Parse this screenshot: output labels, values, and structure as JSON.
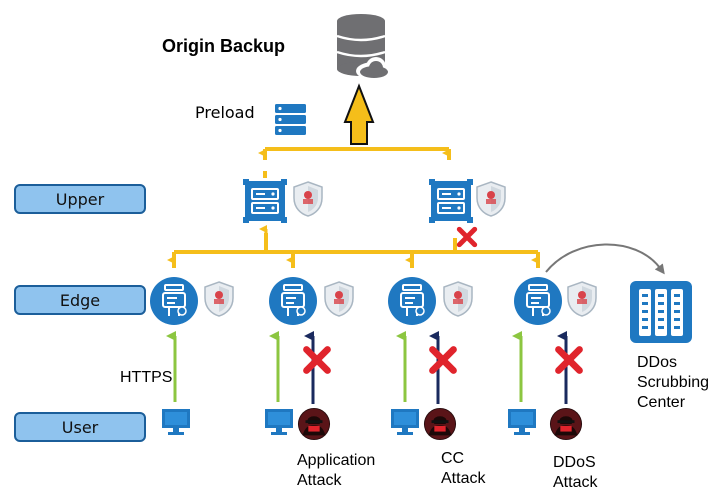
{
  "title": "Origin Backup",
  "preload_label": "Preload",
  "tiers": {
    "upper": "Upper",
    "edge": "Edge",
    "user": "User"
  },
  "protocol_label": "HTTPS",
  "attacks": {
    "application": [
      "Application",
      "Attack"
    ],
    "cc": [
      "CC",
      "Attack"
    ],
    "ddos": [
      "DDoS",
      "Attack"
    ]
  },
  "scrubbing_center": [
    "DDos",
    "Scrubbing",
    "Center"
  ],
  "colors": {
    "node_blue": "#1f78c1",
    "tier_fill": "#8fc3ee",
    "tier_border": "#1b5e9a",
    "link_yellow": "#f5be1a",
    "clean_green": "#8cc640",
    "attack_navy": "#1a2a5e",
    "block_red": "#e0242c"
  }
}
